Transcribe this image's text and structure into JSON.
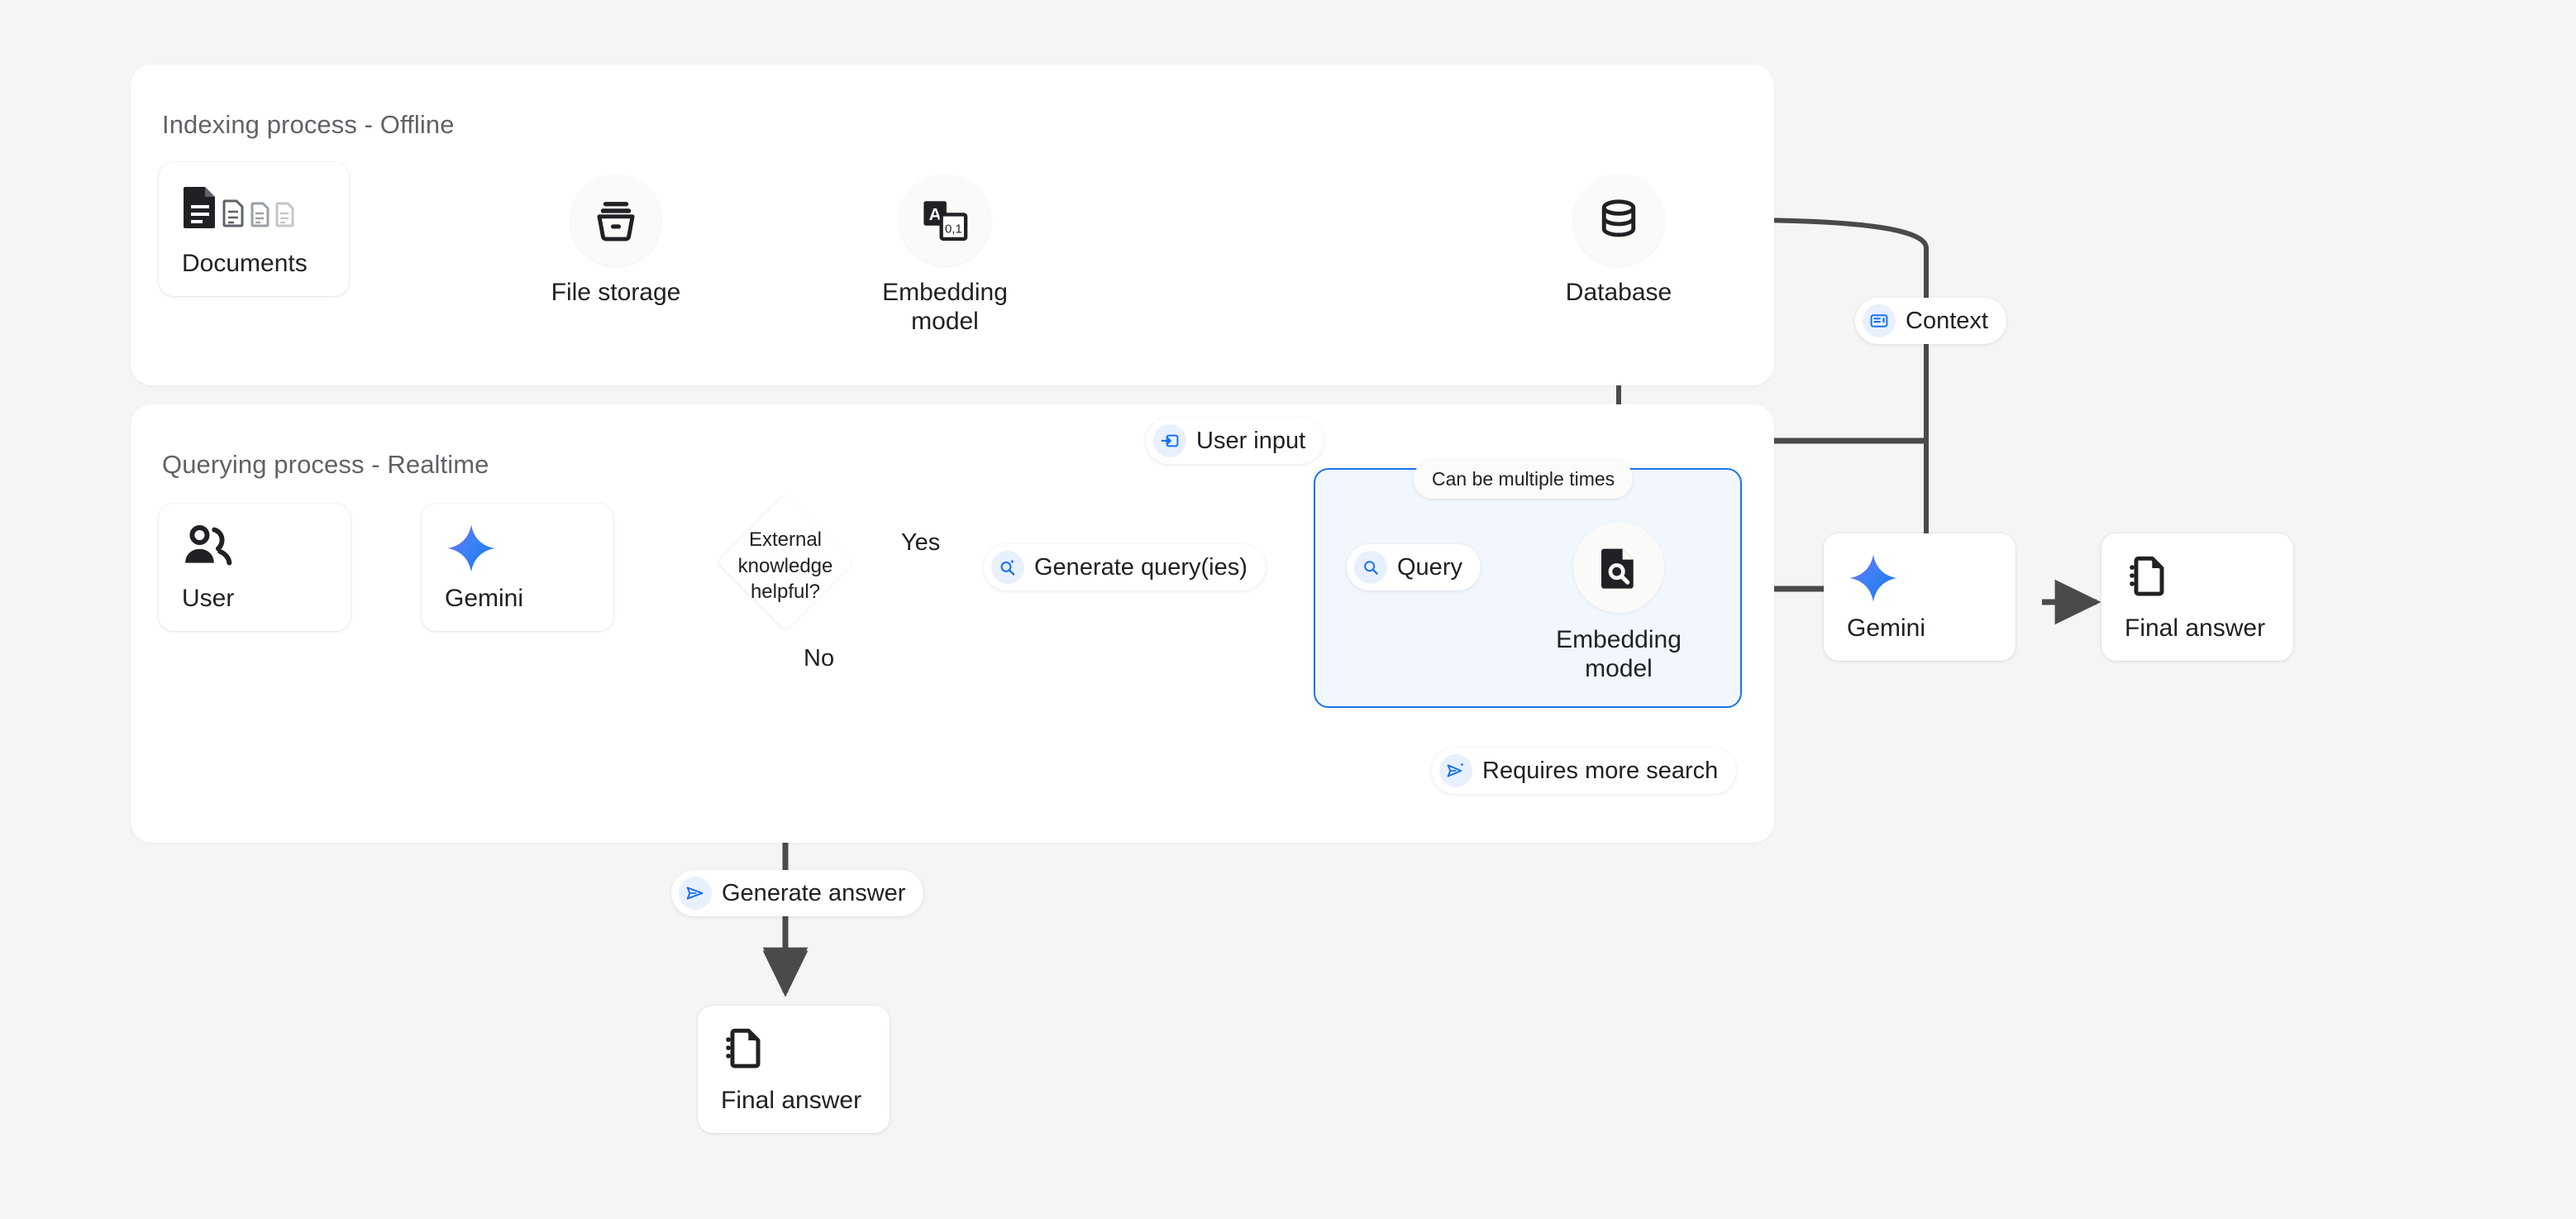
{
  "background_color": "#f6f5f3",
  "accent_blue": "#1a73e8",
  "line_color": "#4a4a4a",
  "panels": [
    {
      "id": "indexing",
      "title": "Indexing process - Offline"
    },
    {
      "id": "querying",
      "title": "Querying process - Realtime"
    }
  ],
  "indexing": {
    "nodes": [
      {
        "id": "documents",
        "label": "Documents",
        "icon": "documents-icon",
        "shape": "card"
      },
      {
        "id": "file-storage",
        "label": "File storage",
        "icon": "file-storage-icon",
        "shape": "circle"
      },
      {
        "id": "embedding-model",
        "label": "Embedding model",
        "icon": "translate-embed-icon",
        "shape": "circle"
      },
      {
        "id": "database",
        "label": "Database",
        "icon": "database-icon",
        "shape": "circle"
      }
    ]
  },
  "querying": {
    "nodes": [
      {
        "id": "user",
        "label": "User",
        "icon": "users-icon",
        "shape": "card"
      },
      {
        "id": "gemini",
        "label": "Gemini",
        "icon": "gemini-spark-icon",
        "shape": "card"
      },
      {
        "id": "embedding-model",
        "label": "Embedding model",
        "icon": "doc-search-icon",
        "shape": "circle"
      },
      {
        "id": "gemini-answer",
        "label": "Gemini",
        "icon": "gemini-spark-icon",
        "shape": "card"
      },
      {
        "id": "final-answer",
        "label": "Final answer",
        "icon": "answer-doc-icon",
        "shape": "card"
      },
      {
        "id": "final-answer-no",
        "label": "Final answer",
        "icon": "answer-doc-icon",
        "shape": "card"
      }
    ],
    "decision": {
      "id": "external-knowledge",
      "text_lines": [
        "External",
        "knowledge",
        "helpful?"
      ]
    },
    "edge_labels": {
      "yes": "Yes",
      "no": "No",
      "loop_note": "Can be multiple times"
    },
    "badges": [
      {
        "id": "context",
        "label": "Context",
        "icon": "context-panel-icon"
      },
      {
        "id": "user-input",
        "label": "User input",
        "icon": "login-arrow-icon"
      },
      {
        "id": "generate-queries",
        "label": "Generate query(ies)",
        "icon": "search-spark-icon"
      },
      {
        "id": "query",
        "label": "Query",
        "icon": "search-icon"
      },
      {
        "id": "requires-more-search",
        "label": "Requires more search",
        "icon": "send-spark-icon"
      },
      {
        "id": "generate-answer",
        "label": "Generate answer",
        "icon": "send-icon"
      }
    ]
  }
}
